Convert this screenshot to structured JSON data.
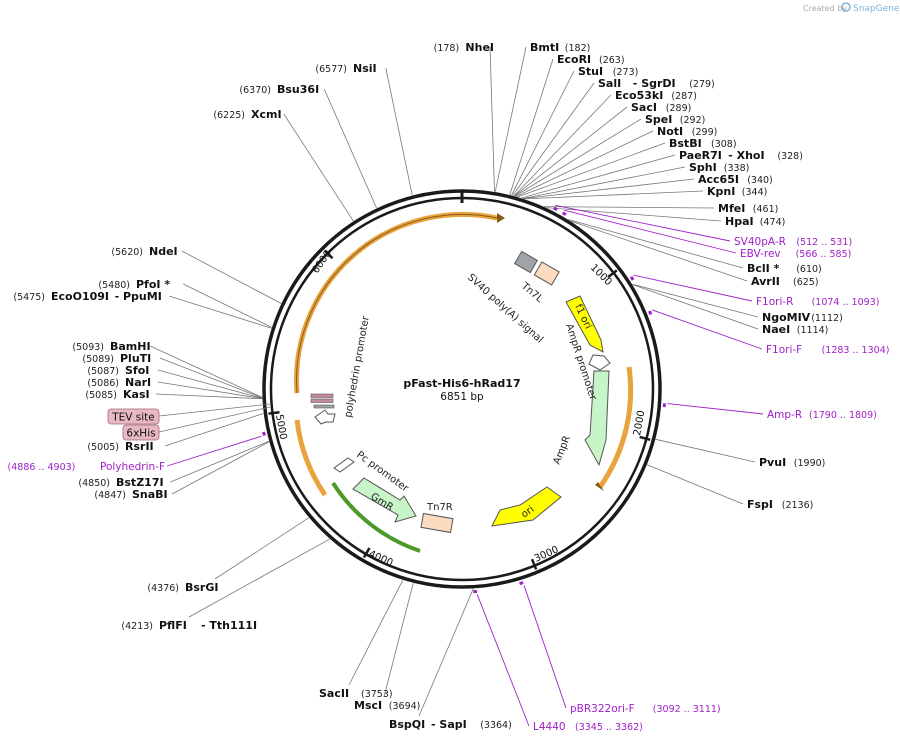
{
  "credit": {
    "prefix": "Created by",
    "brand": "SnapGene"
  },
  "plasmid": {
    "name": "pFast-His6-hRad17",
    "size": "6851 bp"
  },
  "ticks": [
    "1000",
    "2000",
    "3000",
    "4000",
    "5000",
    "6000"
  ],
  "enzymes": [
    {
      "name": "NheI",
      "pos": "(178)"
    },
    {
      "name": "BmtI",
      "pos": "(182)"
    },
    {
      "name": "EcoRI",
      "pos": "(263)"
    },
    {
      "name": "StuI",
      "pos": "(273)"
    },
    {
      "name": "SalI",
      "sep": "- SgrDI",
      "pos": "(279)"
    },
    {
      "name": "Eco53kI",
      "pos": "(287)"
    },
    {
      "name": "SacI",
      "pos": "(289)"
    },
    {
      "name": "SpeI",
      "pos": "(292)"
    },
    {
      "name": "NotI",
      "pos": "(299)"
    },
    {
      "name": "BstBI",
      "pos": "(308)"
    },
    {
      "name": "PaeR7I",
      "sep": "- XhoI",
      "pos": "(328)"
    },
    {
      "name": "SphI",
      "pos": "(338)"
    },
    {
      "name": "Acc65I",
      "pos": "(340)"
    },
    {
      "name": "KpnI",
      "pos": "(344)"
    },
    {
      "name": "MfeI",
      "pos": "(461)"
    },
    {
      "name": "HpaI",
      "pos": "(474)"
    },
    {
      "name": "BclI *",
      "pos": "(610)"
    },
    {
      "name": "AvrII",
      "pos": "(625)"
    },
    {
      "name": "NgoMIV",
      "pos": "(1112)"
    },
    {
      "name": "NaeI",
      "pos": "(1114)"
    },
    {
      "name": "PvuI",
      "pos": "(1990)"
    },
    {
      "name": "FspI",
      "pos": "(2136)"
    },
    {
      "name": "BspQI",
      "sep": "- SapI",
      "pos": "(3364)"
    },
    {
      "name": "MscI",
      "pos": "(3694)"
    },
    {
      "name": "SacII",
      "pos": "(3753)"
    },
    {
      "name": "PflFI",
      "sep": "- Tth111I",
      "pos": "(4213)"
    },
    {
      "name": "BsrGI",
      "pos": "(4376)"
    },
    {
      "name": "SnaBI",
      "pos": "(4847)"
    },
    {
      "name": "BstZ17I",
      "pos": "(4850)"
    },
    {
      "name": "RsrII",
      "pos": "(5005)"
    },
    {
      "name": "KasI",
      "pos": "(5085)"
    },
    {
      "name": "NarI",
      "pos": "(5086)"
    },
    {
      "name": "SfoI",
      "pos": "(5087)"
    },
    {
      "name": "PluTI",
      "pos": "(5089)"
    },
    {
      "name": "BamHI",
      "pos": "(5093)"
    },
    {
      "name": "EcoO109I",
      "sep": "- PpuMI",
      "pos": "(5475)"
    },
    {
      "name": "PfoI *",
      "pos": "(5480)"
    },
    {
      "name": "NdeI",
      "pos": "(5620)"
    },
    {
      "name": "XcmI",
      "pos": "(6225)"
    },
    {
      "name": "Bsu36I",
      "pos": "(6370)"
    },
    {
      "name": "NsiI",
      "pos": "(6577)"
    }
  ],
  "primers": [
    {
      "name": "SV40pA-R",
      "pos": "(512 .. 531)"
    },
    {
      "name": "EBV-rev",
      "pos": "(566 .. 585)"
    },
    {
      "name": "F1ori-R",
      "pos": "(1074 .. 1093)"
    },
    {
      "name": "F1ori-F",
      "pos": "(1283 .. 1304)"
    },
    {
      "name": "Amp-R",
      "pos": "(1790 .. 1809)"
    },
    {
      "name": "pBR322ori-F",
      "pos": "(3092 .. 3111)"
    },
    {
      "name": "L4440",
      "pos": "(3345 .. 3362)"
    },
    {
      "name": "Polyhedrin-F",
      "pos": "(4886 .. 4903)"
    }
  ],
  "tags": [
    "TEV site",
    "6xHis"
  ],
  "features": {
    "tn7l": "Tn7L",
    "sv40": "SV40 poly(A) signal",
    "f1ori": "f1 ori",
    "ampr_promoter": "AmpR promoter",
    "ampr": "AmpR",
    "ori": "ori",
    "tn7r": "Tn7R",
    "gmr": "GmR",
    "pc_promoter": "Pc promoter",
    "polyhedrin": "polyhedrin promoter"
  },
  "colors": {
    "backbone": "#1a1a1a",
    "orange": "#e8a33c",
    "yellow": "#ffff00",
    "green": "#c8f5c8",
    "peach": "#fcdcc0",
    "gray": "#a0a4a8",
    "primer": "#a020c8",
    "tag": "#e8b8c4"
  }
}
